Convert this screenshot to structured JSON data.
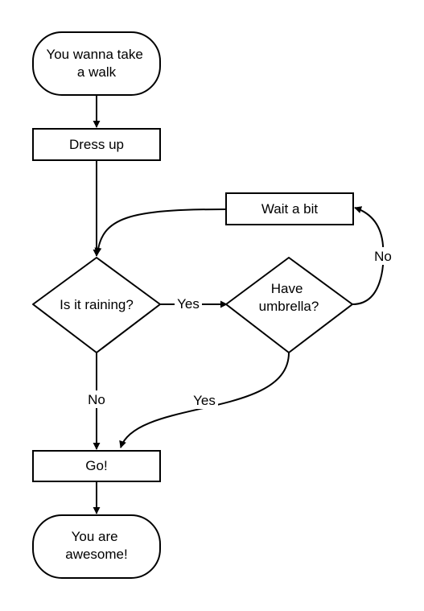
{
  "nodes": {
    "start": {
      "lines": [
        "You wanna take",
        "a walk"
      ]
    },
    "dress": {
      "lines": [
        "Dress up"
      ]
    },
    "wait": {
      "lines": [
        "Wait a bit"
      ]
    },
    "raining": {
      "lines": [
        "Is it raining?"
      ]
    },
    "umbrella": {
      "lines": [
        "Have",
        "umbrella?"
      ]
    },
    "go": {
      "lines": [
        "Go!"
      ]
    },
    "end": {
      "lines": [
        "You are",
        "awesome!"
      ]
    }
  },
  "edges": {
    "raining_yes": "Yes",
    "raining_no": "No",
    "umbrella_yes": "Yes",
    "umbrella_no": "No"
  }
}
